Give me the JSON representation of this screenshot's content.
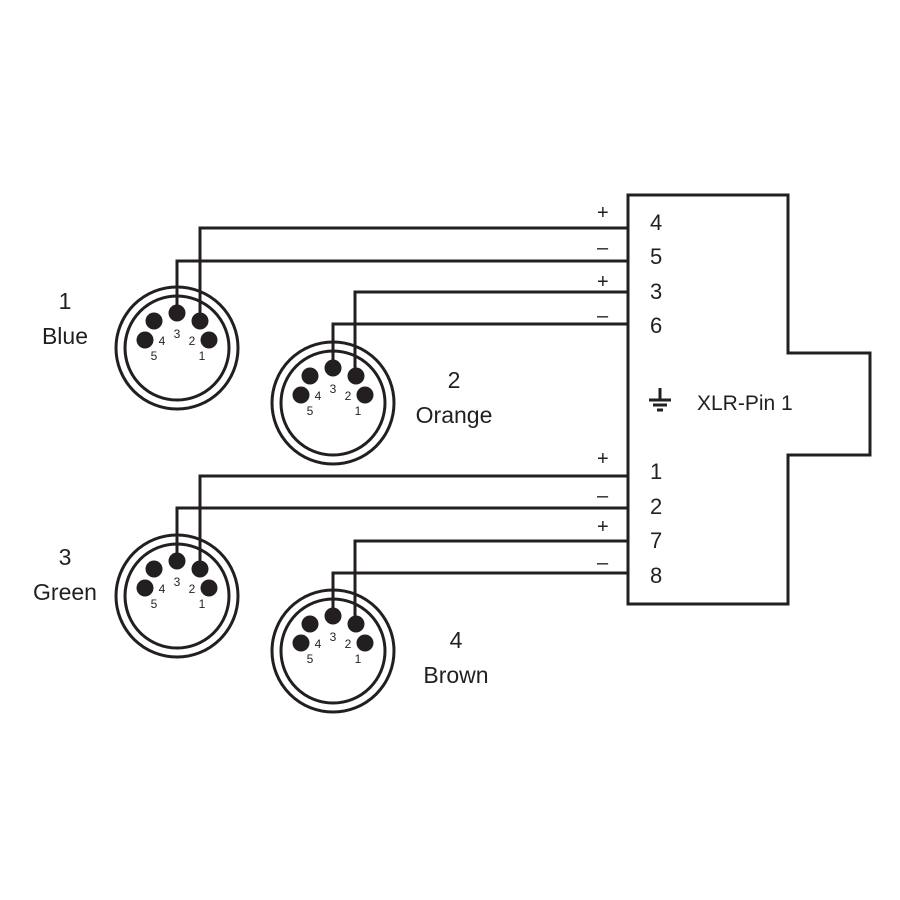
{
  "connector_block": {
    "ground_label": "XLR-Pin 1",
    "ground_symbol": "ground-icon"
  },
  "channels": [
    {
      "number": "1",
      "color_name": "Blue",
      "plus_pin": "4",
      "minus_pin": "5",
      "plus_sign": "+",
      "minus_sign": "–"
    },
    {
      "number": "2",
      "color_name": "Orange",
      "plus_pin": "3",
      "minus_pin": "6",
      "plus_sign": "+",
      "minus_sign": "–"
    },
    {
      "number": "3",
      "color_name": "Green",
      "plus_pin": "1",
      "minus_pin": "2",
      "plus_sign": "+",
      "minus_sign": "–"
    },
    {
      "number": "4",
      "color_name": "Brown",
      "plus_pin": "7",
      "minus_pin": "8",
      "plus_sign": "+",
      "minus_sign": "–"
    }
  ],
  "din_pins": [
    "1",
    "2",
    "3",
    "4",
    "5"
  ],
  "colors": {
    "line": "#231f20",
    "background": "#ffffff"
  }
}
